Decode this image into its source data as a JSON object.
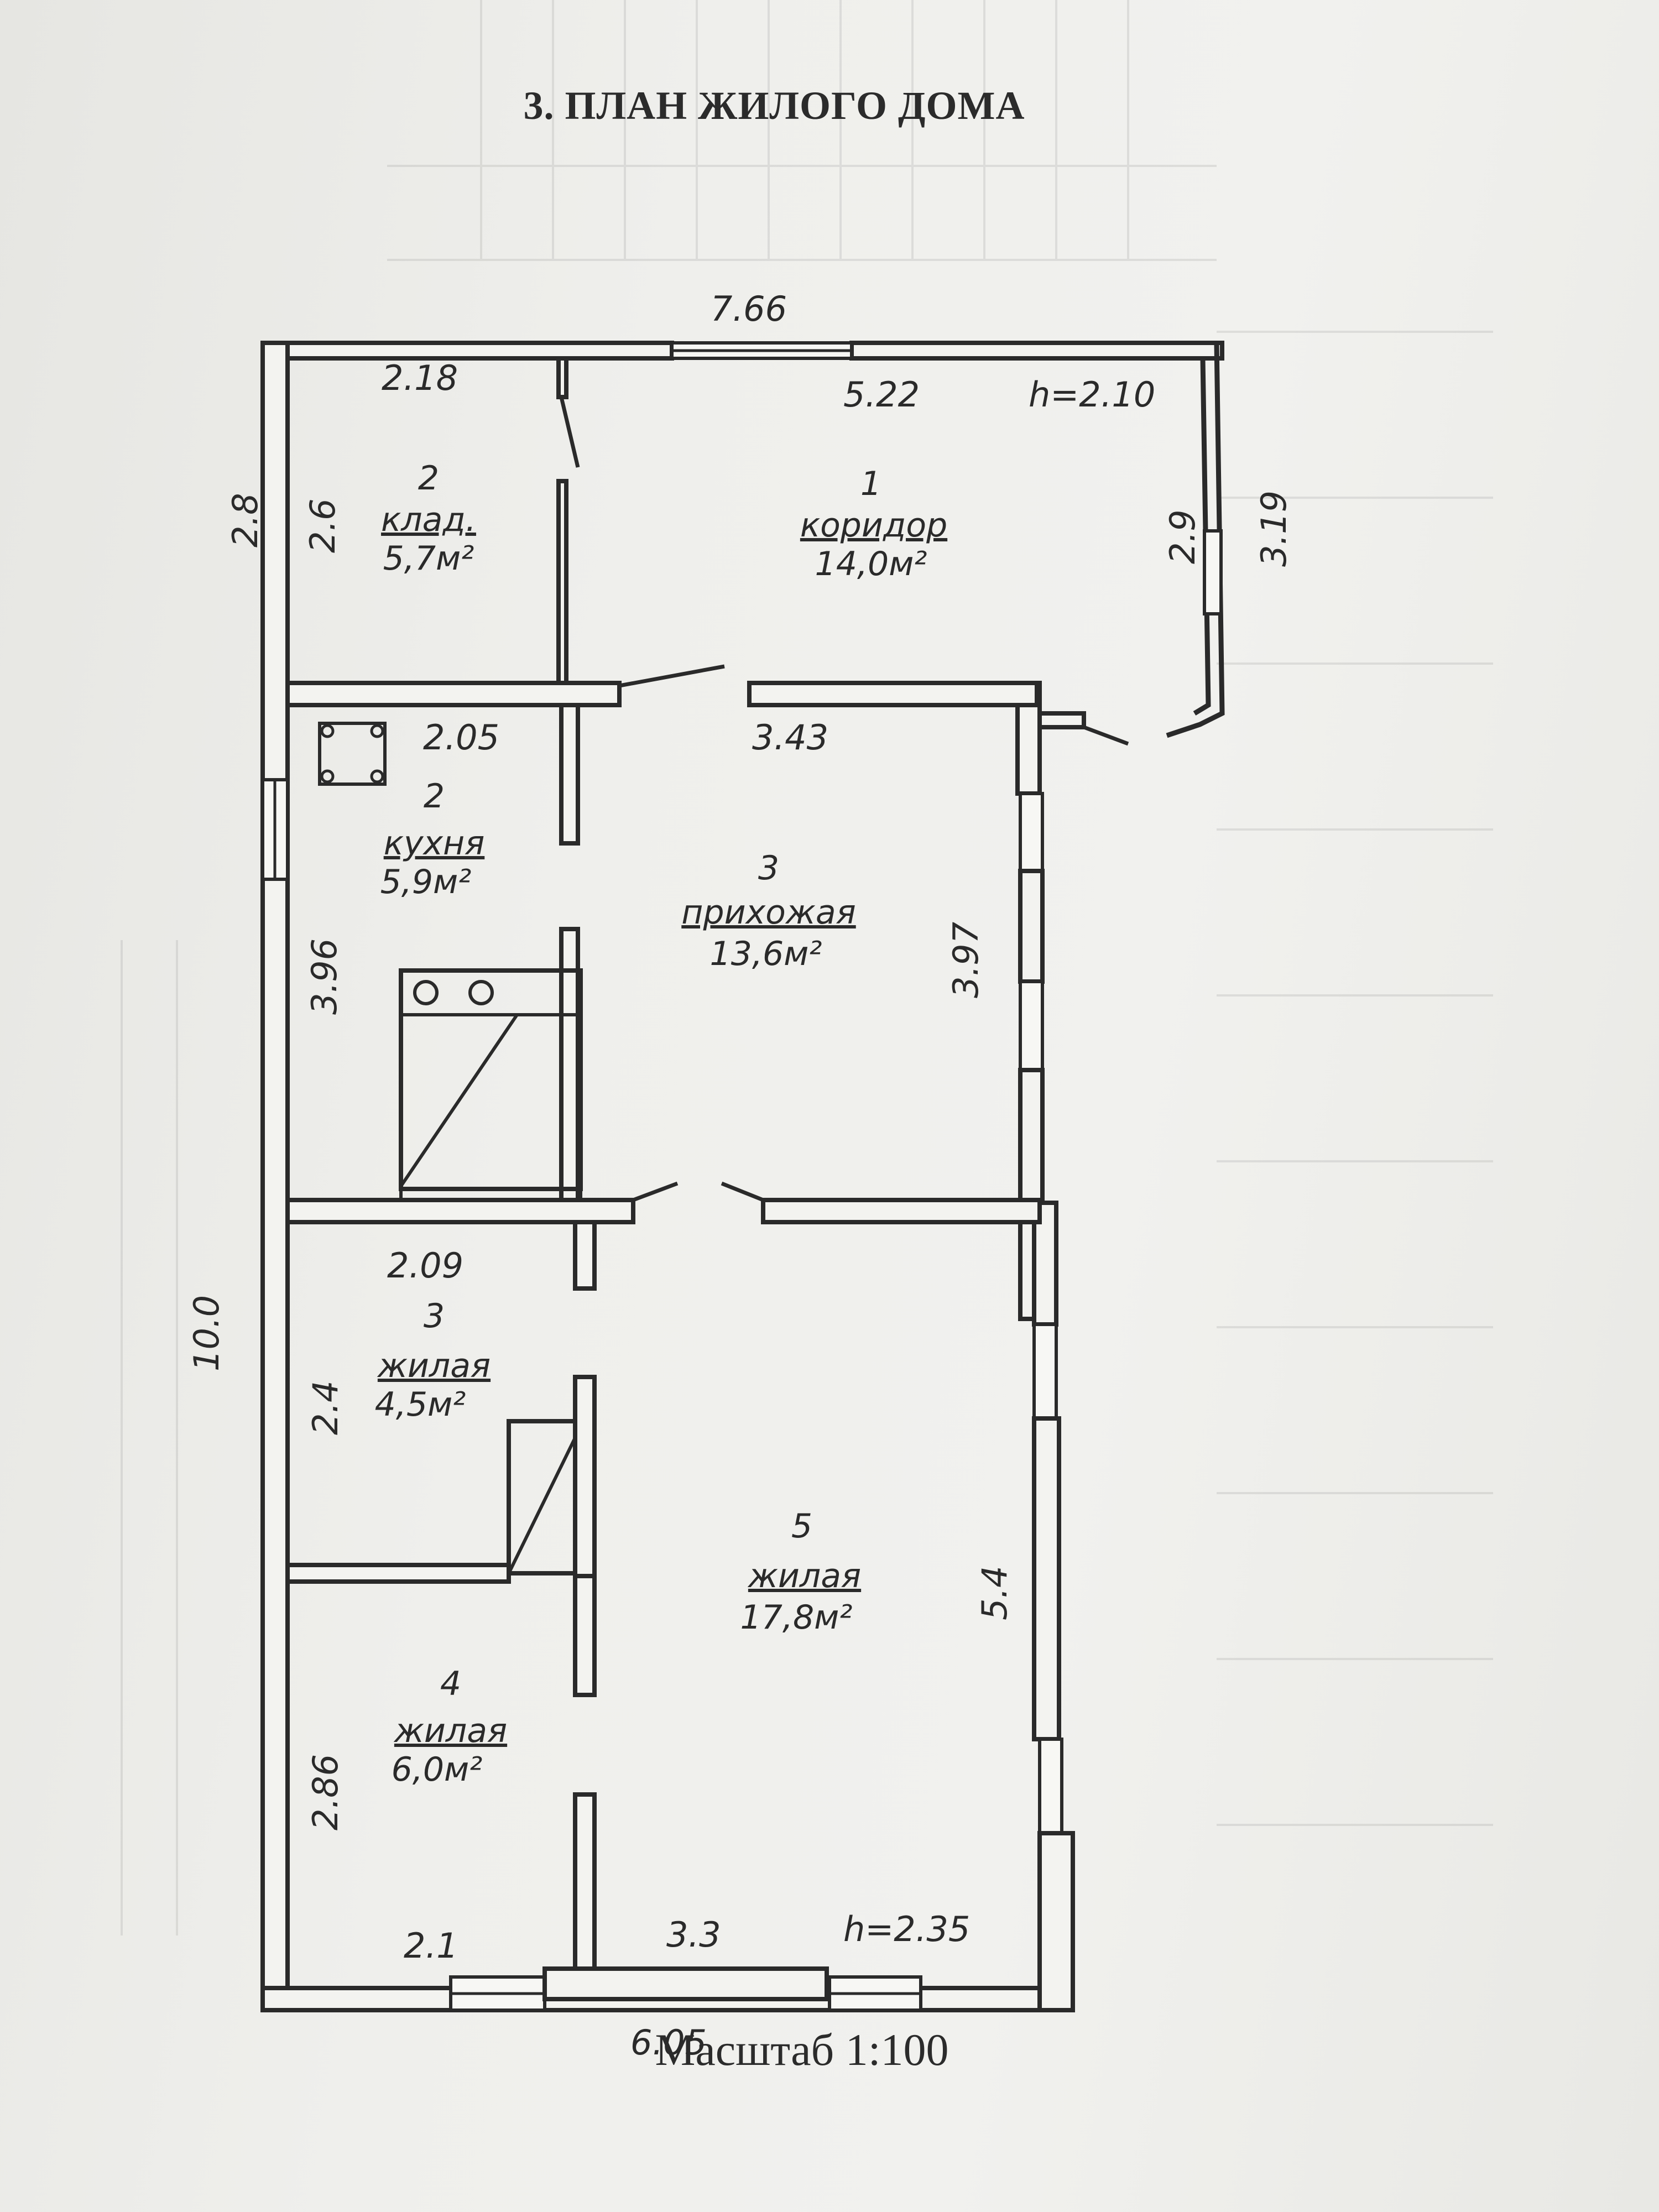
{
  "document": {
    "title": "3. ПЛАН ЖИЛОГО ДОМА",
    "scale": "Масштаб 1:100"
  },
  "dimensions": {
    "top_overall": "7.66",
    "bottom_overall": "6.05",
    "left_overall": "10.0",
    "left_pantry": "2.8",
    "right_corridor_outer": "3.19",
    "right_corridor_inner": "2.9",
    "ceiling_top": "h=2.10",
    "ceiling_bottom": "h=2.35",
    "pantry_width": "2.18",
    "pantry_depth": "2.6",
    "corridor_width": "5.22",
    "kitchen_width": "2.05",
    "kitchen_depth": "3.96",
    "hall_width": "3.43",
    "hall_depth": "3.97",
    "room3_width": "2.09",
    "room3_depth": "2.4",
    "room4_depth": "2.86",
    "room4_width": "2.1",
    "room5_width": "3.3",
    "room5_depth": "5.4"
  },
  "rooms": {
    "pantry": {
      "number": "2",
      "name": "клад.",
      "area": "5,7м²"
    },
    "corridor": {
      "number": "1",
      "name": "коридор",
      "area": "14,0м²"
    },
    "kitchen": {
      "number": "2",
      "name": "кухня",
      "area": "5,9м²"
    },
    "hall": {
      "number": "3",
      "name": "прихожая",
      "area": "13,6м²"
    },
    "room3": {
      "number": "3",
      "name": "жилая",
      "area": "4,5м²"
    },
    "room4": {
      "number": "4",
      "name": "жилая",
      "area": "6,0м²"
    },
    "room5": {
      "number": "5",
      "name": "жилая",
      "area": "17,8м²"
    }
  }
}
